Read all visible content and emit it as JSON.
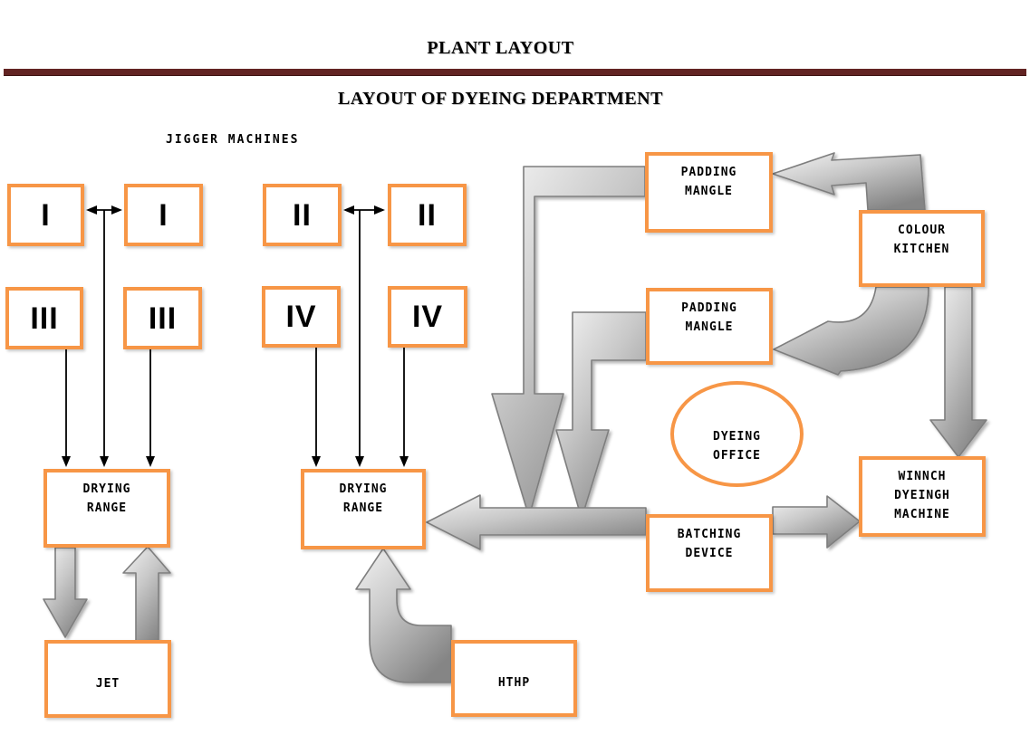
{
  "header": {
    "title": "PLANT LAYOUT",
    "subtitle": "LAYOUT OF DYEING DEPARTMENT",
    "jigger_label": "JIGGER MACHINES"
  },
  "colors": {
    "accent_orange": "#F79646",
    "divider_maroon": "#622423",
    "arrow_gray_light": "#F4F4F4",
    "arrow_gray_mid": "#C8C8C8",
    "arrow_gray_dark": "#858585",
    "arrow_outline": "#7E7E7E"
  },
  "jigger_machines": [
    {
      "label": "I"
    },
    {
      "label": "I"
    },
    {
      "label": "II"
    },
    {
      "label": "II"
    },
    {
      "label": "III"
    },
    {
      "label": "III"
    },
    {
      "label": "IV"
    },
    {
      "label": "IV"
    }
  ],
  "stations": {
    "drying_range_left": {
      "line1": "DRYING",
      "line2": "RANGE"
    },
    "drying_range_mid": {
      "line1": "DRYING",
      "line2": "RANGE"
    },
    "jet": {
      "line1": "JET"
    },
    "hthp": {
      "line1": "HTHP"
    },
    "padding_mangle_top": {
      "line1": "PADDING",
      "line2": "MANGLE"
    },
    "padding_mangle_bottom": {
      "line1": "PADDING",
      "line2": "MANGLE"
    },
    "colour_kitchen": {
      "line1": "COLOUR",
      "line2": "KITCHEN"
    },
    "batching_device": {
      "line1": "BATCHING",
      "line2": "DEVICE"
    },
    "winch_dyeing_machine": {
      "line1": "WINNCH",
      "line2": "DYEINGH",
      "line3": "MACHINE"
    },
    "dyeing_office": {
      "line1": "DYEING",
      "line2": "OFFICE"
    }
  }
}
